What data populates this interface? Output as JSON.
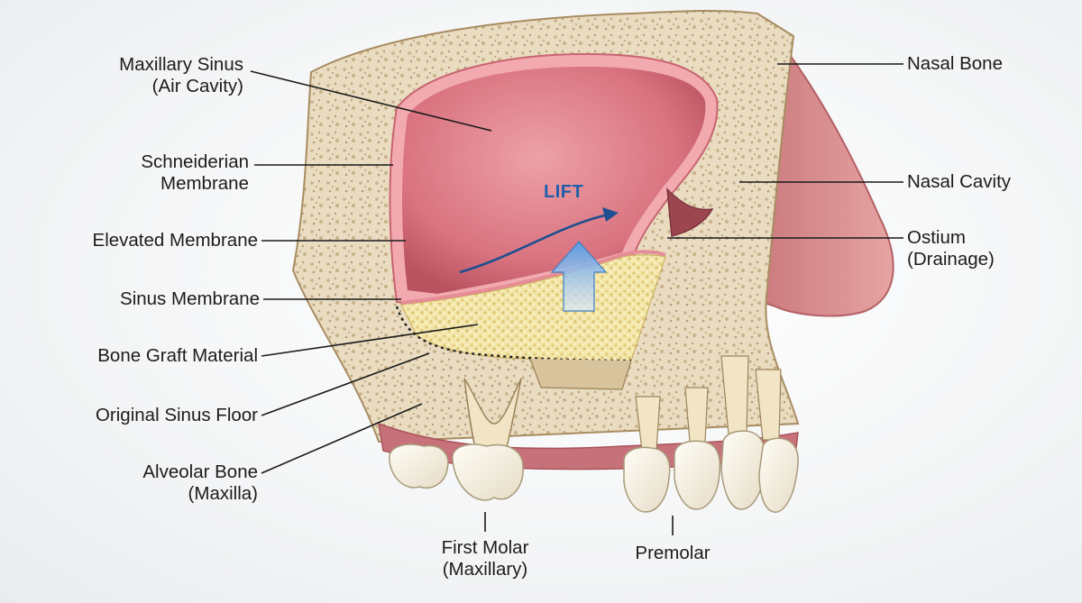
{
  "diagram": {
    "labels": {
      "maxillary_sinus": [
        "Maxillary Sinus",
        "(Air Cavity)"
      ],
      "schneiderian_membrane": [
        "Schneiderian",
        "Membrane"
      ],
      "elevated_membrane": [
        "Elevated Membrane"
      ],
      "sinus_membrane": [
        "Sinus Membrane"
      ],
      "bone_graft_material": [
        "Bone Graft Material"
      ],
      "original_sinus_floor": [
        "Original Sinus Floor"
      ],
      "alveolar_bone": [
        "Alveolar Bone",
        "(Maxilla)"
      ],
      "first_molar": [
        "First Molar",
        "(Maxillary)"
      ],
      "premolar": [
        "Premolar"
      ],
      "nasal_bone": [
        "Nasal Bone"
      ],
      "nasal_cavity": [
        "Nasal Cavity"
      ],
      "ostium": [
        "Ostium",
        "(Drainage)"
      ]
    },
    "annotation": "LIFT",
    "colors": {
      "bone": "#e9dcc0",
      "bone_dark": "#c9b28a",
      "sinus": "#d9737f",
      "membrane": "#f2aab0",
      "graft": "#f0e2a0",
      "gum": "#c7727a",
      "nose": "#d68b8e",
      "tooth": "#f7f1e4",
      "arrow_blue": "#5b9be0",
      "lift_text": "#1f5ea8"
    }
  }
}
